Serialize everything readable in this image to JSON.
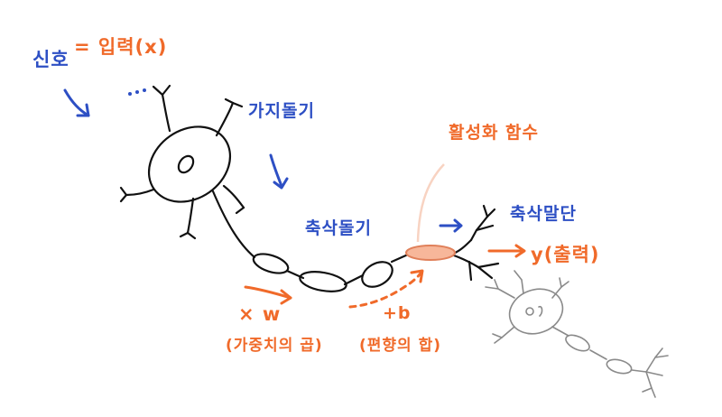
{
  "labels": {
    "signal": "신호",
    "equals_input": "= 입력(x)",
    "dots": "...",
    "dendrite": "가지돌기",
    "axon": "축삭돌기",
    "activation": "활성화 함수",
    "axon_terminal": "축삭말단",
    "output": "y(출력)",
    "times_w": "× w",
    "weight_product": "(가중치의 곱)",
    "plus_b": "+b",
    "bias_sum": "(편향의 합)"
  },
  "colors": {
    "ink": "#111111",
    "blue": "#2d4fc4",
    "orange": "#f06a2a",
    "gray": "#8a8a8a",
    "highlight": "#f7b79a"
  }
}
